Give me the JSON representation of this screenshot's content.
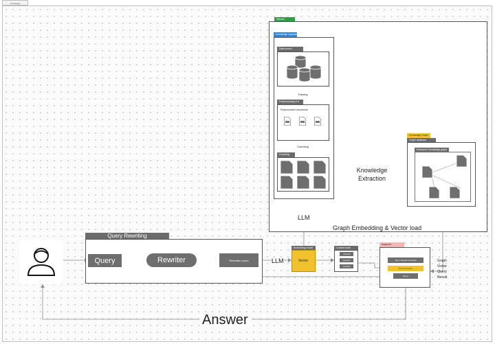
{
  "corner_tag": "Knowledge",
  "service": {
    "tag": "Service",
    "ingest": {
      "tag": "Knowledge Ingestion",
      "data_source": {
        "tag": "Data source"
      },
      "parsing_label": "Parsing",
      "preprocessing": {
        "tag": "Preprocessing & cl",
        "caption": "Preprocessed documents"
      },
      "chunking_label": "Chunking",
      "chunking": {
        "tag": "Chunking"
      }
    },
    "knowledge_extraction_line1": "Knowledge",
    "knowledge_extraction_line2": "Extraction",
    "graph_db": {
      "tag_top": "Knowledge Graph",
      "tag": "Graph database",
      "inner_tag": "Enterprise Knowledge graph"
    },
    "llm_label": "LLM",
    "embedding_label": "Graph Embedding & Vector load"
  },
  "query_rewriting": {
    "tag": "Query Rewriting",
    "query": "Query",
    "rewriter": "Rewriter",
    "rewritten": "Rewritten query"
  },
  "llm_label_2": "LLM",
  "embedding_model": {
    "tag": "Embedding model",
    "vector": "Vector"
  },
  "context_box": {
    "tag": "Context store",
    "items": [
      "Context",
      "Context",
      "Context"
    ]
  },
  "augment": {
    "tag": "Augment",
    "items": [
      "Top k relevant Contexts",
      "Prompt Context",
      "Query"
    ]
  },
  "result_label": [
    "Graph",
    "Vector",
    "Query",
    "Result"
  ],
  "answer": "Answer",
  "colors": {
    "accent_yellow": "#f2c12e",
    "service_green": "#2e9e48",
    "ingest_blue": "#2b86e3",
    "augment_pink": "#f6b4b4",
    "block_grey": "#6e6e6e"
  },
  "icons": [
    "user-icon",
    "database-icon",
    "document-icon",
    "file-icon"
  ]
}
